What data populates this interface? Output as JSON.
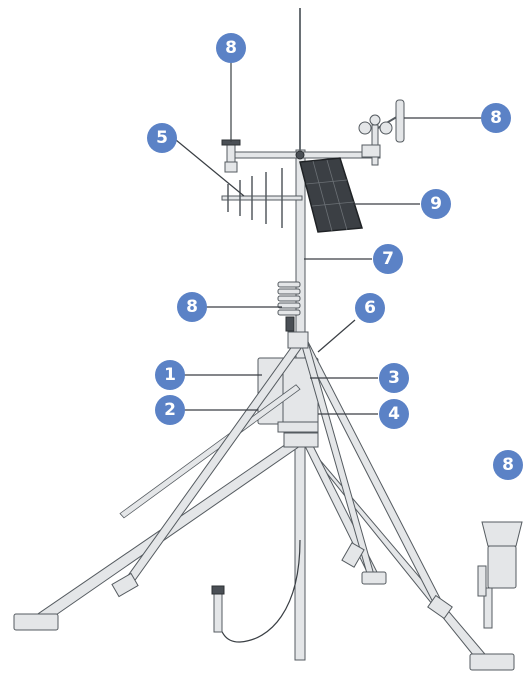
{
  "callouts": [
    {
      "key": "data-logger",
      "number": "1"
    },
    {
      "key": "battery",
      "number": "2"
    },
    {
      "key": "enclosure",
      "number": "3"
    },
    {
      "key": "bracket",
      "number": "4"
    },
    {
      "key": "antenna",
      "number": "5"
    },
    {
      "key": "mast-top",
      "number": "6"
    },
    {
      "key": "mast",
      "number": "7"
    },
    {
      "key": "temp-rh-sensor",
      "number": "8"
    },
    {
      "key": "wind-vane",
      "number": "8"
    },
    {
      "key": "anemometer",
      "number": "8"
    },
    {
      "key": "rain-gauge",
      "number": "8"
    },
    {
      "key": "solar-panel",
      "number": "9"
    }
  ],
  "colors": {
    "badge": "#5b82c6",
    "badge_text": "#ffffff",
    "metal": "#e4e6e8",
    "outline": "#555b60",
    "panel": "#3b3f44"
  }
}
